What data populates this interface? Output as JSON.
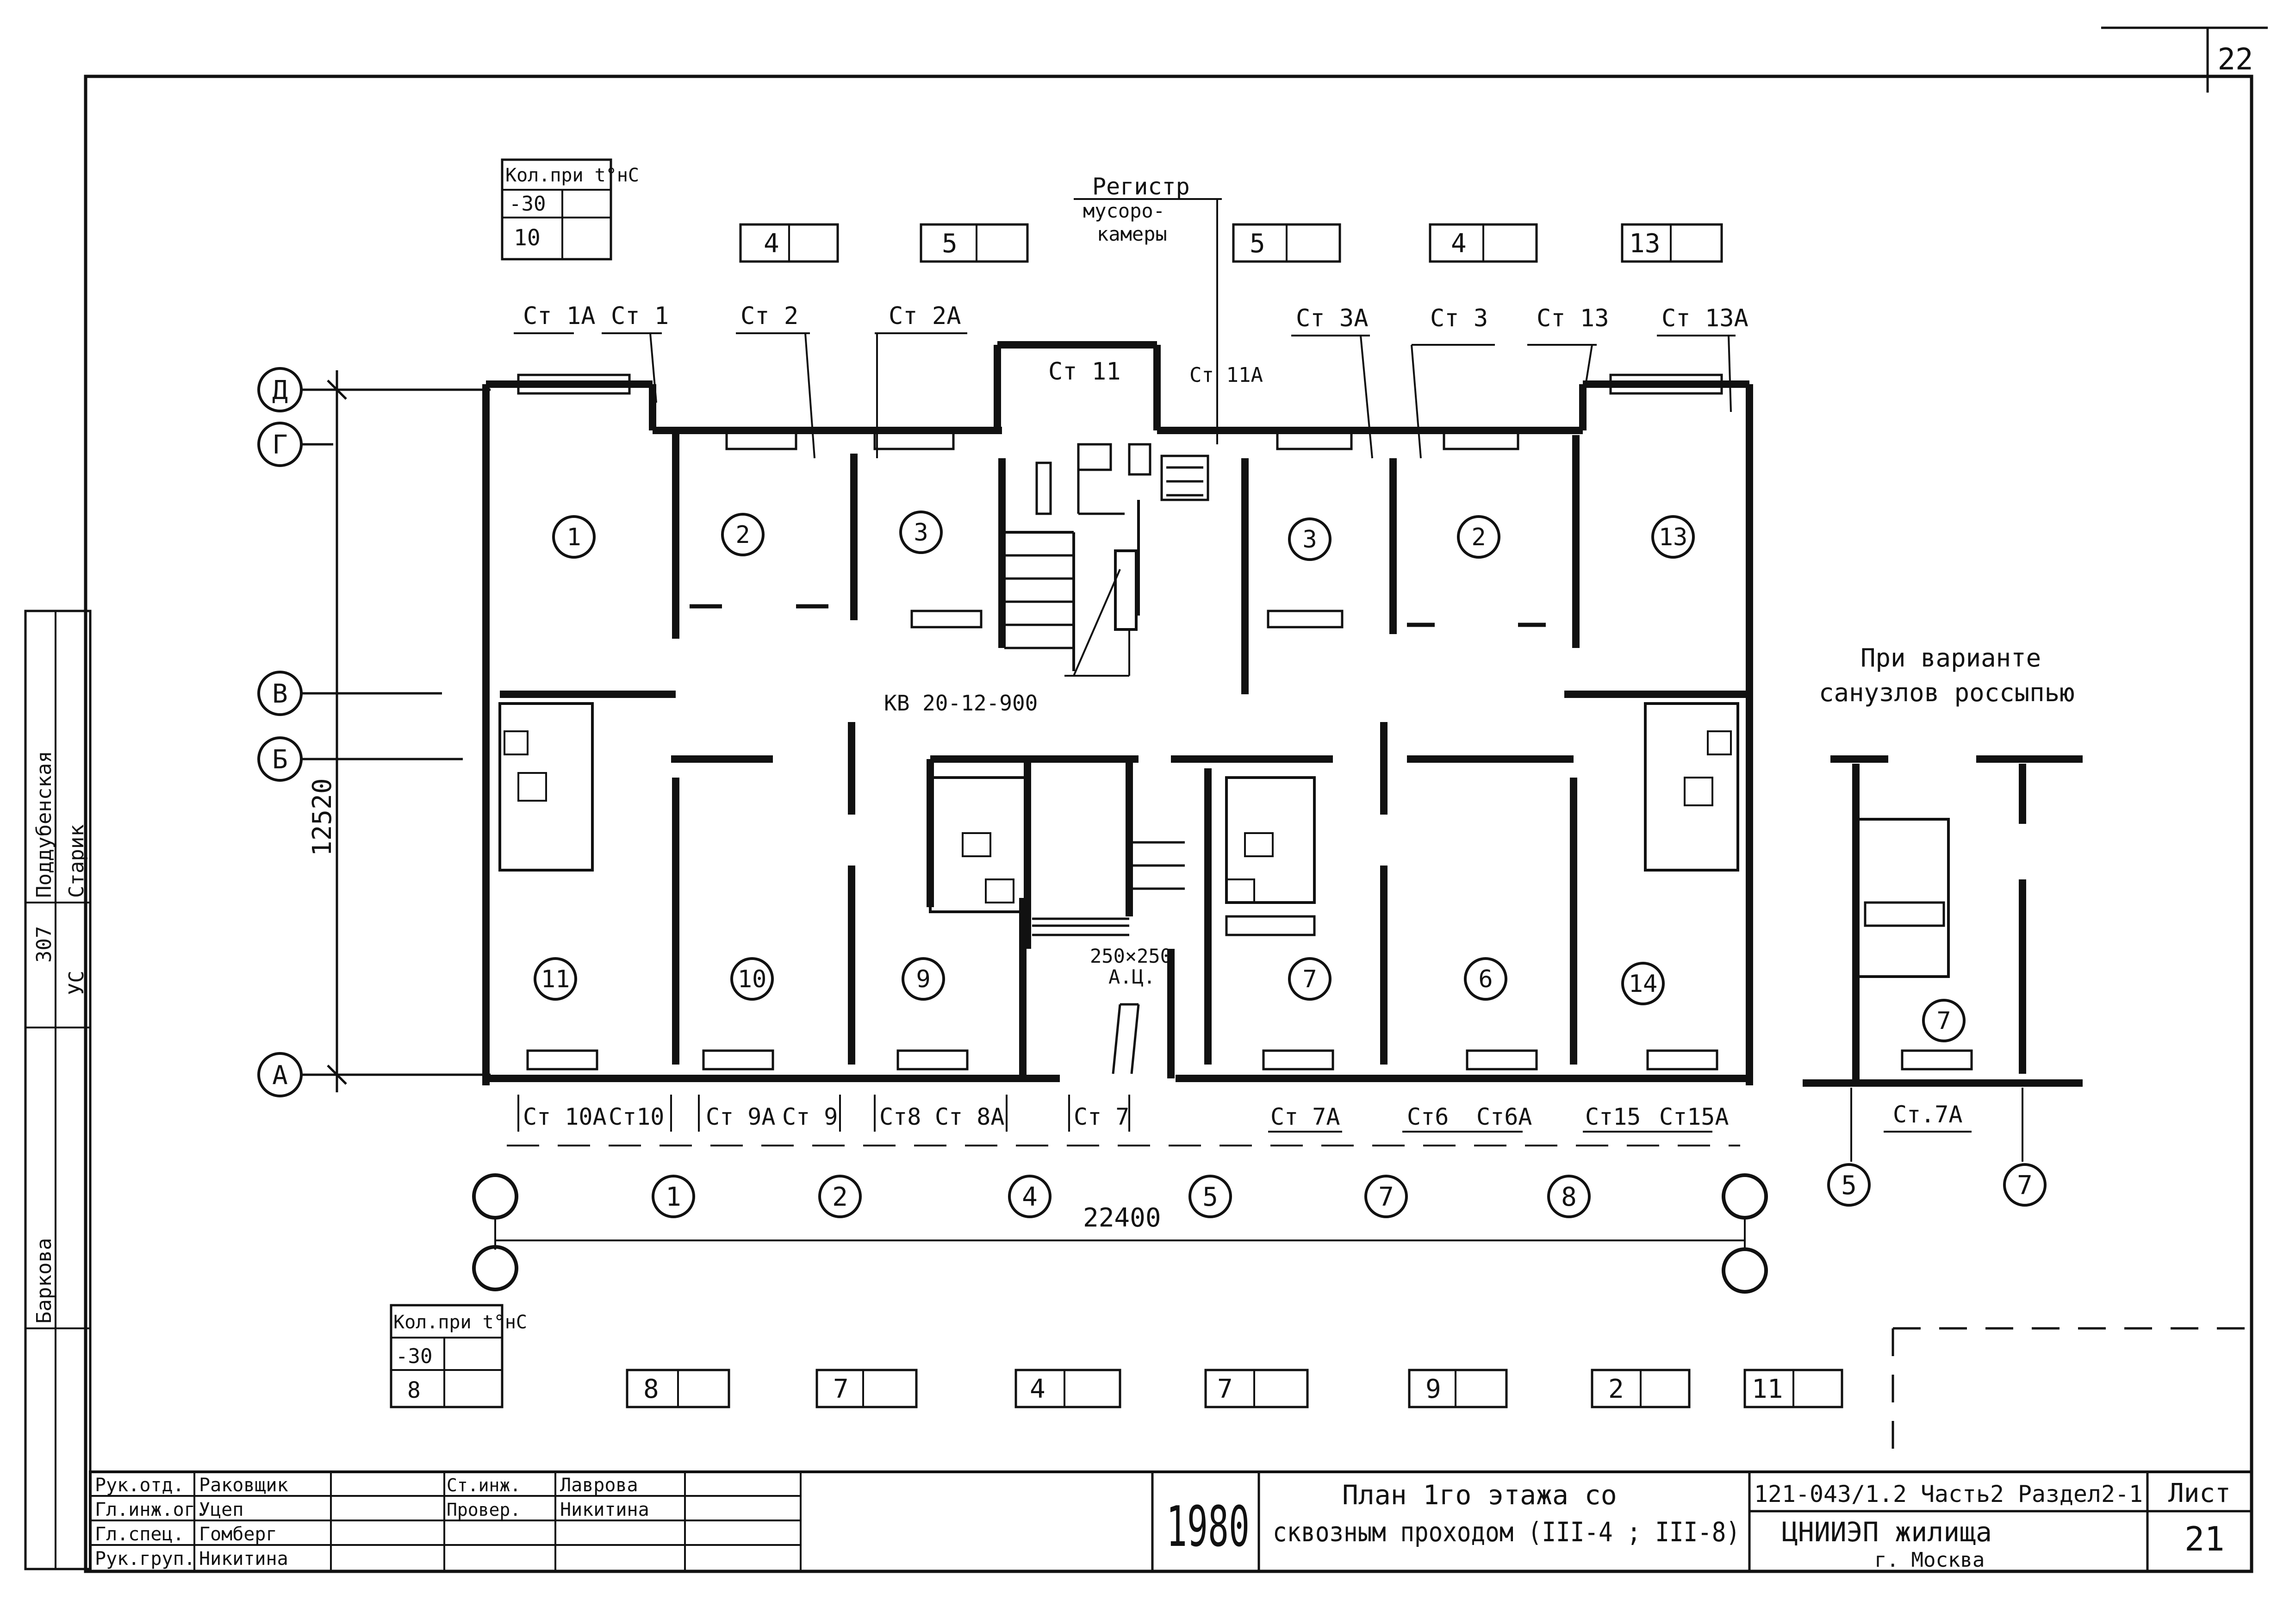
{
  "sheet_number_top": "22",
  "temp_table_top": {
    "header": "Кол.при t°нC",
    "row1": "-30",
    "row2": "10"
  },
  "temp_table_bottom": {
    "header": "Кол.при t°нC",
    "row1": "-30",
    "row2": "8"
  },
  "counts_top": [
    "4",
    "5",
    "5",
    "4",
    "13"
  ],
  "counts_bottom": [
    "8",
    "7",
    "4",
    "7",
    "9",
    "2",
    "11"
  ],
  "register_label": [
    "Регистр",
    "мусоро-",
    "камеры"
  ],
  "riser_labels_top": [
    "Ст 1А",
    "Ст 1",
    "Ст 2",
    "Ст 2А",
    "Ст 11",
    "Ст 11А",
    "Ст 3А",
    "Ст 3",
    "Ст 13",
    "Ст 13А"
  ],
  "riser_labels_bottom": [
    "Ст 10А",
    "Ст10",
    "Ст 9А",
    "Ст 9",
    "Ст8",
    "Ст 8А",
    "Ст 7",
    "Ст 7А",
    "Ст6",
    "Ст6А",
    "Ст15",
    "Ст15А"
  ],
  "room_numbers_top": [
    "1",
    "2",
    "3",
    "3",
    "2",
    "13"
  ],
  "room_numbers_bottom": [
    "11",
    "10",
    "9",
    "7",
    "6",
    "14"
  ],
  "axis_row_labels": [
    "Д",
    "Г",
    "В",
    "Б",
    "А"
  ],
  "axis_col_labels": [
    "1",
    "2",
    "4",
    "5",
    "7",
    "8"
  ],
  "dim_vertical": "12520",
  "dim_horizontal": "22400",
  "stair_label": "КВ 20-12-900",
  "duct_label": [
    "250×250",
    "А.Ц."
  ],
  "variant_title": [
    "При варианте",
    "санузлов россыпью"
  ],
  "variant_room": "7",
  "variant_riser": "Ст.7А",
  "variant_axes": [
    "5",
    "7"
  ],
  "side_stamp": [
    "Поддубенская",
    "Старик",
    "Баркова",
    "УС",
    "307"
  ],
  "title_block": {
    "roles": [
      "Рук.отд.",
      "Гл.инж.ог.",
      "Гл.спец.",
      "Рук.груп."
    ],
    "names": [
      "Раковщик",
      "Уцеп",
      "Гомберг",
      "Никитина"
    ],
    "roles2": [
      "Ст.инж.",
      "Провер."
    ],
    "names2": [
      "Лаврова",
      "Никитина"
    ],
    "year": "1980",
    "title": [
      "План 1го этажа со",
      "сквозным проходом (III-4 ; III-8)"
    ],
    "code": "121-043/1.2 Часть2 Раздел2-1",
    "org": [
      "ЦНИИЭП жилища",
      "г. Москва"
    ],
    "sheet_label": "Лист",
    "sheet_no": "21"
  }
}
